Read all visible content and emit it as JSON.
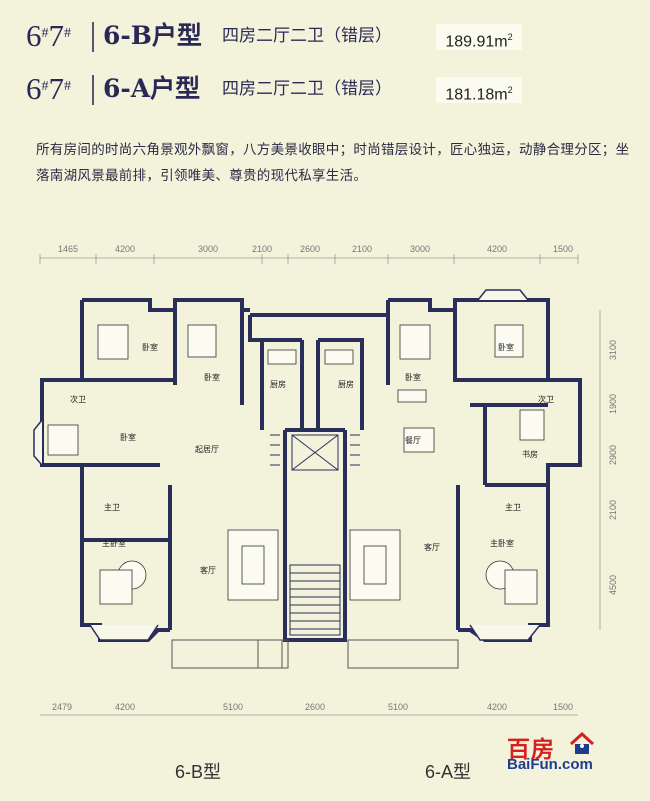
{
  "headers": [
    {
      "building": "6",
      "sup1": "#",
      "building2": "7",
      "sup2": "#",
      "type": "6-B户型",
      "desc": "四房二厅二卫（错层）",
      "area": "189.91m",
      "area_sup": "2"
    },
    {
      "building": "6",
      "sup1": "#",
      "building2": "7",
      "sup2": "#",
      "type": "6-A户型",
      "desc": "四房二厅二卫（错层）",
      "area": "181.18m",
      "area_sup": "2"
    }
  ],
  "intro": "所有房间的时尚六角景观外飘窗，八方美景收眼中；时尚错层设计，匠心独运，动静合理分区；坐落南湖风景最前排，引领唯美、尊贵的现代私享生活。",
  "top_dims": [
    "1465",
    "4200",
    "3000",
    "2100",
    "2600",
    "2100",
    "3000",
    "4200",
    "1500"
  ],
  "bottom_dims": [
    "2479",
    "4200",
    "5100",
    "2600",
    "5100",
    "4200",
    "1500"
  ],
  "right_dims": [
    "3100",
    "1900",
    "2900",
    "2100",
    "4500"
  ],
  "rooms": {
    "bed": "卧室",
    "second_bath": "次卫",
    "kitchen": "厨房",
    "living_room": "起居厅",
    "dining": "餐厅",
    "study": "书房",
    "main_bath": "主卫",
    "master_bed": "主卧室",
    "hall": "客厅"
  },
  "labels": {
    "left": "6-B型",
    "right": "6-A型"
  },
  "logo": {
    "cn": "百房",
    "en": "BaiFun.com"
  },
  "colors": {
    "background": "#f3f3dc",
    "wall": "#2a2e5a",
    "logo_red": "#d62020",
    "logo_blue": "#1e3d8f"
  }
}
